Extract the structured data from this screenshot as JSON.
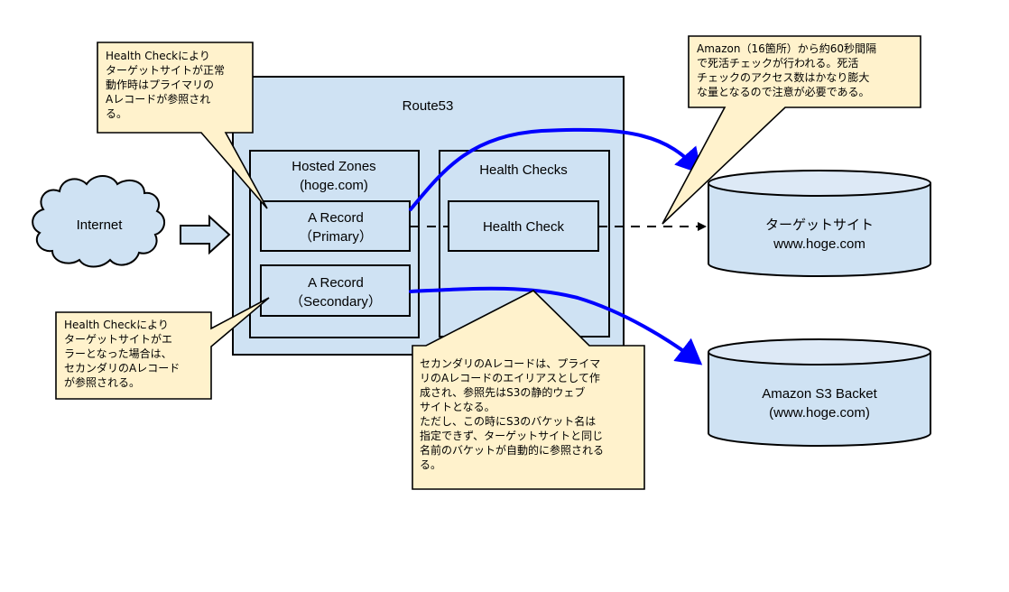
{
  "nodes": {
    "internet": "Internet",
    "route53": "Route53",
    "hosted_zones": [
      "Hosted Zones",
      "(hoge.com)"
    ],
    "record_primary": [
      "A Record",
      "（Primary）"
    ],
    "record_secondary": [
      "A Record",
      "（Secondary）"
    ],
    "health_checks": "Health Checks",
    "health_check": "Health Check",
    "target_site": [
      "ターゲットサイト",
      "www.hoge.com"
    ],
    "s3_bucket": [
      "Amazon S3 Backet",
      "(www.hoge.com)"
    ]
  },
  "callouts": {
    "primary_note": [
      "Health Checkにより",
      "ターゲットサイトが正常",
      "動作時はプライマリの",
      "Aレコードが参照され",
      "る。"
    ],
    "secondary_note": [
      "Health Checkにより",
      "ターゲットサイトがエ",
      "ラーとなった場合は、",
      "セカンダリのAレコード",
      "が参照される。"
    ],
    "healthcheck_note": [
      "Amazon（16箇所）から約60秒間隔",
      "で死活チェックが行われる。死活",
      "チェックのアクセス数はかなり膨大",
      "な量となるので注意が必要である。"
    ],
    "alias_note": [
      "セカンダリのAレコードは、プライマ",
      "リのAレコードのエイリアスとして作",
      "成され、参照先はS3の静的ウェブ",
      "サイトとなる。",
      "ただし、この時にS3のバケット名は",
      "指定できず、ターゲットサイトと同じ",
      "名前のバケットが自動的に参照される",
      "る。"
    ]
  },
  "colors": {
    "box_fill": "#cfe2f3",
    "callout_fill": "#fff2cc",
    "flow_line": "#0000ff",
    "outline": "#000000"
  }
}
